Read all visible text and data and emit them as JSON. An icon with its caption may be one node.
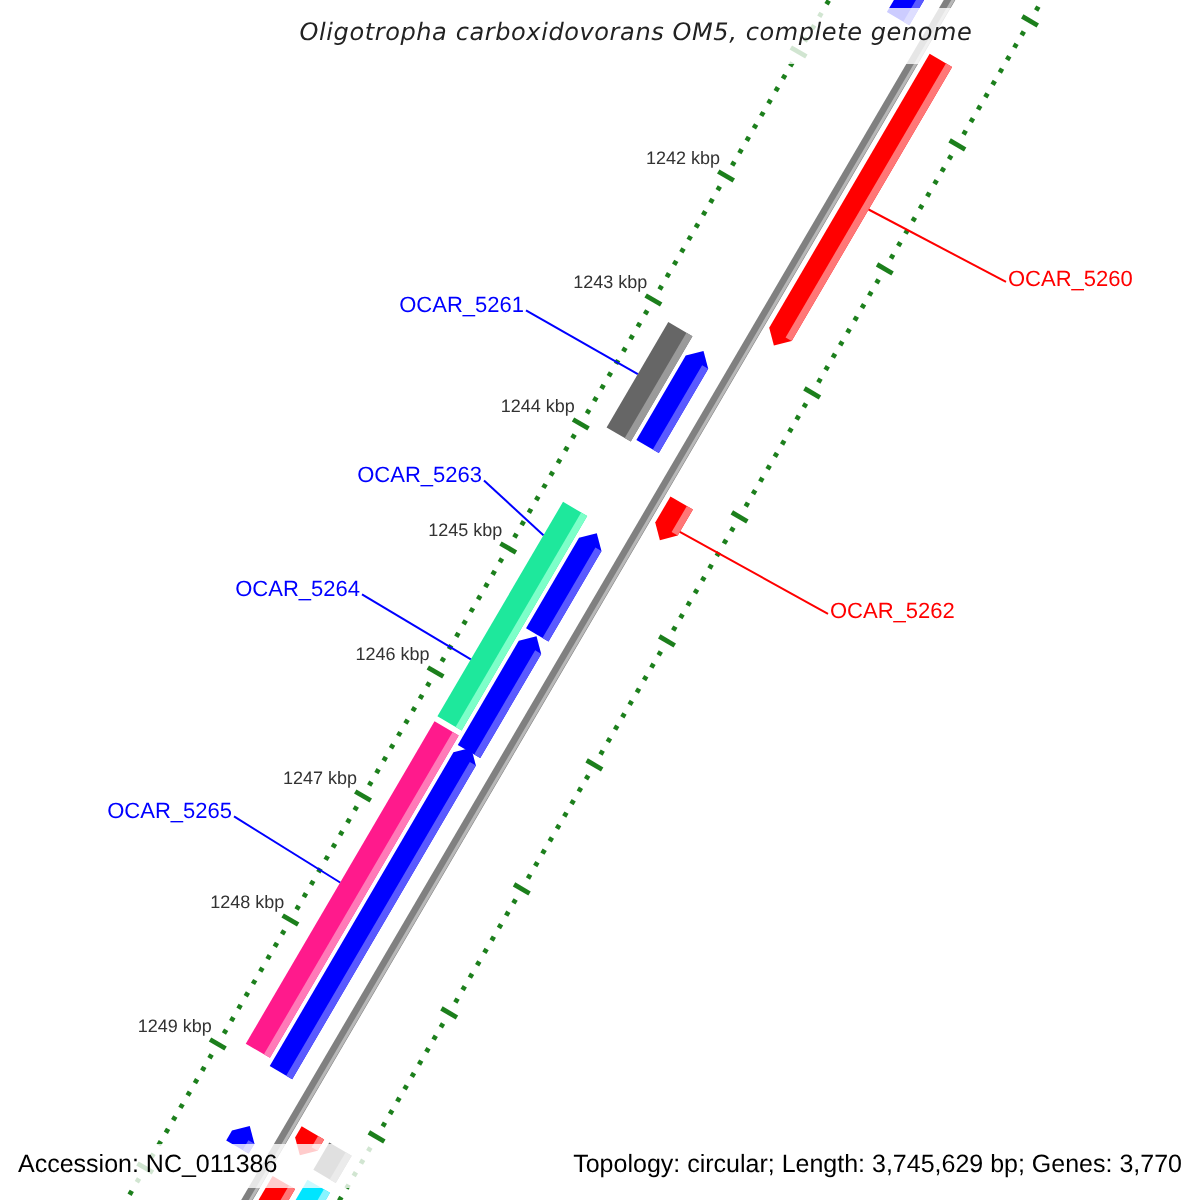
{
  "diagram": {
    "title": "Oligotropha carboxidovorans OM5, complete genome",
    "nodes": [
      {
        "text": [
          "OCAR_5260"
        ]
      },
      {
        "text": [],
        "shape": "bar"
      },
      {
        "text": [
          "OCAR_5261"
        ]
      },
      {
        "text": [],
        "shape": "bar"
      },
      {
        "text": [
          "OCAR_5262"
        ]
      },
      {
        "text": [],
        "shape": "bar"
      },
      {
        "text": [
          "OCAR_5263"
        ]
      },
      {
        "text": [],
        "shape": "bar"
      },
      {
        "text": [
          "OCAR_5264"
        ]
      },
      {
        "text": [
          "OCAR_5265"
        ]
      },
      {
        "text": [],
        "shape": "bar"
      }
    ],
    "edges": [
      {
        "from": 0,
        "to": 1,
        "arrow": "none",
        "color": "#ff0000"
      },
      {
        "from": 2,
        "to": 3,
        "arrow": "none"
      },
      {
        "from": 4,
        "to": 5,
        "arrow": "none",
        "color": "#ff0000"
      },
      {
        "from": 6,
        "to": 7,
        "arrow": "none"
      },
      {
        "from": 8,
        "to": 7,
        "arrow": "none"
      },
      {
        "from": 9,
        "to": 10,
        "arrow": "none"
      }
    ],
    "labels": [
      "1242 kbp",
      "1243 kbp",
      "1244 kbp",
      "1245 kbp",
      "1246 kbp",
      "1247 kbp",
      "1248 kbp",
      "1249 kbp",
      "Accession: NC_011386",
      "Topology: circular; Length: 3,745,629 bp; Genes: 3,770"
    ]
  }
}
